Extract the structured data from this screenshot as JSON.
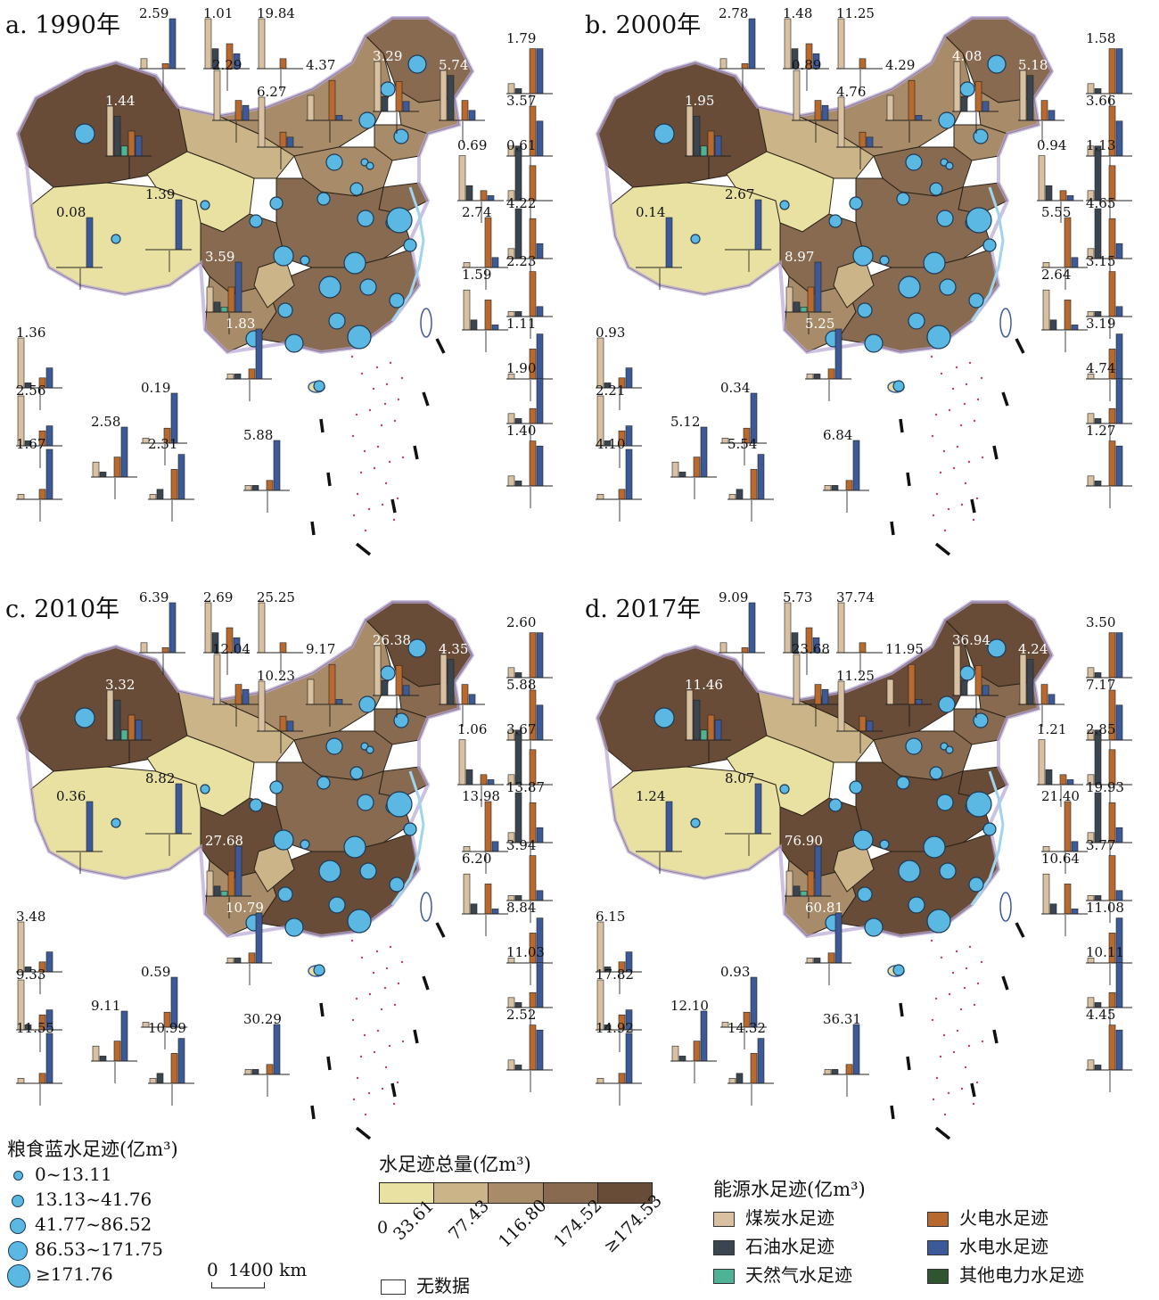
{
  "colors": {
    "class_fills": [
      "#e9e1a2",
      "#cbb488",
      "#a88b68",
      "#876a50",
      "#684c37"
    ],
    "coal": "#d8c0a0",
    "oil": "#3a4550",
    "gas": "#4db394",
    "thermal": "#b8692e",
    "hydro": "#3d5a98",
    "other": "#2f5530",
    "circle": "#5ab8e3",
    "sea": "#9fd3ee"
  },
  "panels": [
    {
      "id": "a",
      "title": "a. 1990年",
      "inset_labels": [
        "2.59",
        "1.01",
        "19.84",
        "2.29",
        "6.27",
        "4.37",
        "3.29",
        "5.74",
        "1.44",
        "1.79",
        "3.57",
        "0.69",
        "0.61",
        "4.22",
        "2.74",
        "1.39",
        "0.08",
        "3.59",
        "1.59",
        "2.23",
        "1.83",
        "1.36",
        "1.11",
        "2.56",
        "0.19",
        "1.90",
        "1.67",
        "2.58",
        "2.31",
        "5.88",
        "1.40"
      ]
    },
    {
      "id": "b",
      "title": "b. 2000年",
      "inset_labels": [
        "2.78",
        "1.48",
        "11.25",
        "0.89",
        "4.76",
        "4.29",
        "4.08",
        "5.18",
        "1.95",
        "1.58",
        "3.66",
        "0.94",
        "1.13",
        "4.65",
        "5.55",
        "2.67",
        "0.14",
        "8.97",
        "2.64",
        "3.15",
        "5.25",
        "0.93",
        "3.19",
        "2.21",
        "0.34",
        "4.74",
        "4.10",
        "5.12",
        "5.54",
        "6.84",
        "1.27"
      ]
    },
    {
      "id": "c",
      "title": "c. 2010年",
      "inset_labels": [
        "6.39",
        "2.69",
        "25.25",
        "12.04",
        "10.23",
        "9.17",
        "26.38",
        "4.35",
        "3.32",
        "2.60",
        "5.88",
        "1.06",
        "3.67",
        "13.87",
        "13.98",
        "8.82",
        "0.36",
        "27.68",
        "6.20",
        "3.94",
        "10.79",
        "3.48",
        "8.84",
        "9.33",
        "0.59",
        "11.03",
        "11.55",
        "9.11",
        "10.99",
        "30.29",
        "2.52"
      ]
    },
    {
      "id": "d",
      "title": "d. 2017年",
      "inset_labels": [
        "9.09",
        "5.73",
        "37.74",
        "23.68",
        "11.25",
        "11.95",
        "36.94",
        "4.24",
        "11.46",
        "3.50",
        "7.17",
        "1.21",
        "2.85",
        "19.93",
        "21.40",
        "8.07",
        "1.24",
        "76.90",
        "10.64",
        "3.77",
        "60.81",
        "6.15",
        "11.08",
        "17.82",
        "0.93",
        "10.11",
        "14.92",
        "12.10",
        "14.32",
        "36.31",
        "4.45"
      ]
    }
  ],
  "legend_grain": {
    "title": "粮食蓝水足迹(亿m³)",
    "items": [
      "0~13.11",
      "13.13~41.76",
      "41.77~86.52",
      "86.53~171.75",
      "≥171.76"
    ]
  },
  "scale_bar": {
    "zero": "0",
    "label": "1400 km"
  },
  "legend_total": {
    "title": "水足迹总量(亿m³)",
    "ticks": [
      "0",
      "33.61",
      "77.43",
      "116.80",
      "174.52",
      "≥174.53"
    ],
    "no_data": "无数据"
  },
  "legend_energy": {
    "title": "能源水足迹(亿m³)",
    "items": [
      {
        "label": "煤炭水足迹",
        "color": "#d8c0a0"
      },
      {
        "label": "火电水足迹",
        "color": "#b8692e"
      },
      {
        "label": "石油水足迹",
        "color": "#3a4550"
      },
      {
        "label": "水电水足迹",
        "color": "#3d5a98"
      },
      {
        "label": "天然气水足迹",
        "color": "#4db394"
      },
      {
        "label": "其他电力水足迹",
        "color": "#2f5530"
      }
    ]
  }
}
